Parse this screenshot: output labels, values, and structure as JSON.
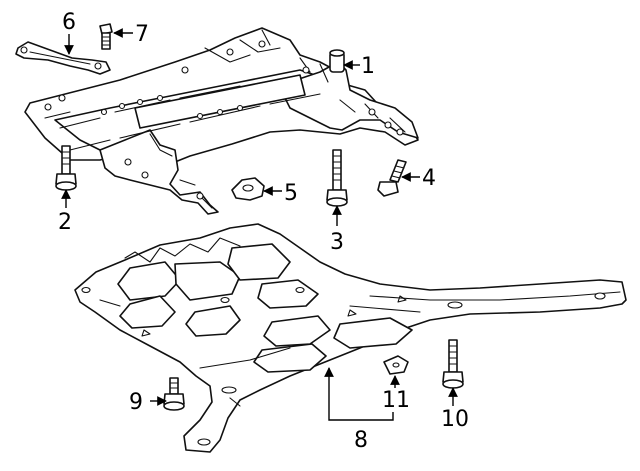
{
  "callouts": [
    {
      "id": "1",
      "text": "1"
    },
    {
      "id": "2",
      "text": "2"
    },
    {
      "id": "3",
      "text": "3"
    },
    {
      "id": "4",
      "text": "4"
    },
    {
      "id": "5",
      "text": "5"
    },
    {
      "id": "6",
      "text": "6"
    },
    {
      "id": "7",
      "text": "7"
    },
    {
      "id": "8",
      "text": "8"
    },
    {
      "id": "9",
      "text": "9"
    },
    {
      "id": "10",
      "text": "10"
    },
    {
      "id": "11",
      "text": "11"
    }
  ],
  "colors": {
    "line": "#111111",
    "background": "#ffffff"
  }
}
